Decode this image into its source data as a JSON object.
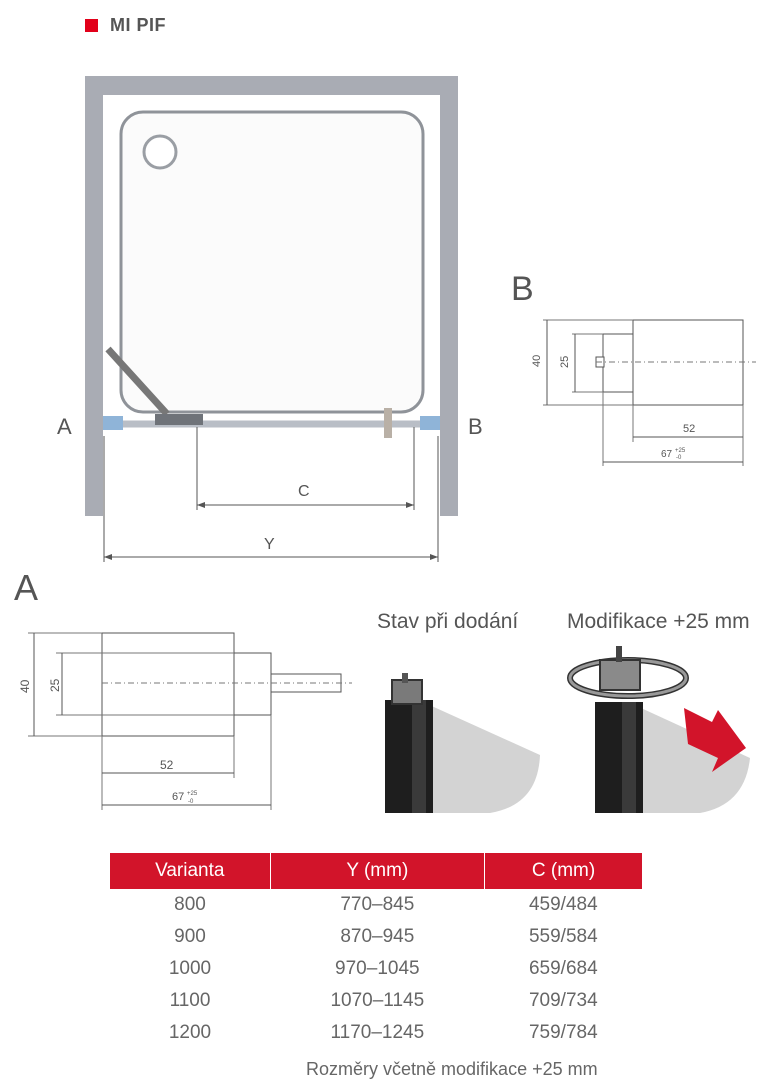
{
  "brand": {
    "title": "MI PIF",
    "accent": "#e2001a"
  },
  "plan": {
    "label_a": "A",
    "label_b": "B",
    "dim_c": "C",
    "dim_y": "Y"
  },
  "detail_b": {
    "heading": "B",
    "dim_40": "40",
    "dim_25": "25",
    "dim_52": "52",
    "dim_67": "67",
    "dim_67_sup": "+25",
    "dim_67_sub": "-0"
  },
  "detail_a": {
    "heading": "A",
    "dim_40": "40",
    "dim_25": "25",
    "dim_52": "52",
    "dim_67": "67",
    "dim_67_sup": "+25",
    "dim_67_sub": "-0"
  },
  "illustrations": {
    "delivery_caption": "Stav při dodání",
    "modification_caption": "Modifikace +25 mm"
  },
  "table": {
    "headers": [
      "Varianta",
      "Y (mm)",
      "C (mm)"
    ],
    "rows": [
      [
        "800",
        "770–845",
        "459/484"
      ],
      [
        "900",
        "870–945",
        "559/584"
      ],
      [
        "1000",
        "970–1045",
        "659/684"
      ],
      [
        "1100",
        "1070–1145",
        "709/734"
      ],
      [
        "1200",
        "1170–1245",
        "759/784"
      ]
    ],
    "header_color": "#d2142a"
  },
  "footnote": "Rozměry včetně modifikace +25 mm"
}
